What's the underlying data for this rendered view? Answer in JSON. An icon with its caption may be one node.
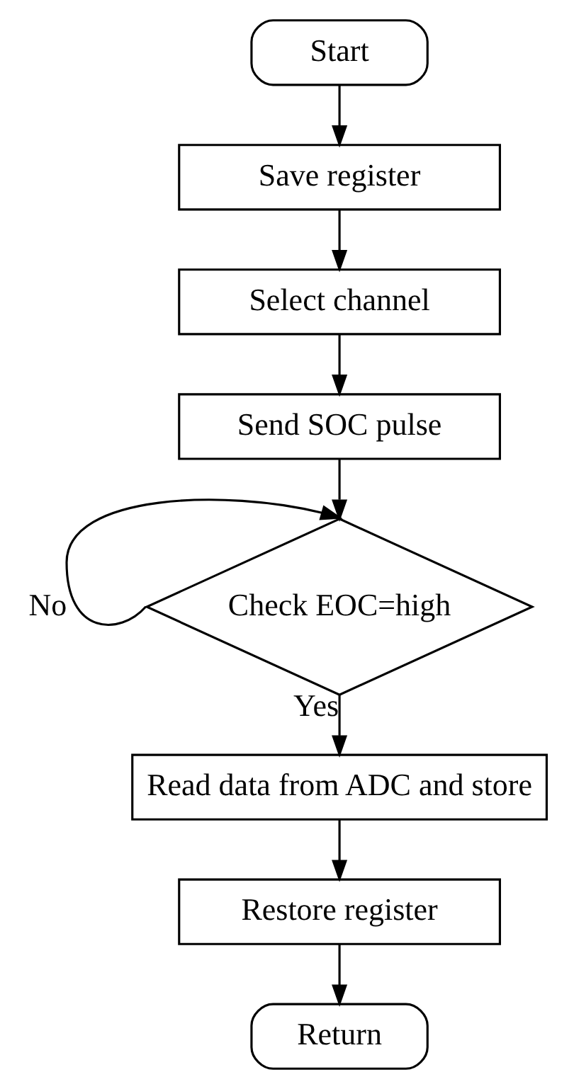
{
  "diagram": {
    "nodes": [
      {
        "text": [
          "Start"
        ]
      },
      {
        "text": [
          "Save register"
        ]
      },
      {
        "text": [
          "Select channel"
        ]
      },
      {
        "text": [
          "Send SOC pulse"
        ]
      },
      {
        "text": [
          "Check EOC=high"
        ]
      },
      {
        "text": [
          "Read data from ADC and store"
        ]
      },
      {
        "text": [
          "Restore register"
        ]
      },
      {
        "text": [
          "Return"
        ]
      }
    ],
    "edges": [
      {
        "from": 0,
        "to": 1,
        "arrow": "to"
      },
      {
        "from": 1,
        "to": 2,
        "arrow": "to"
      },
      {
        "from": 2,
        "to": 3,
        "arrow": "to"
      },
      {
        "from": 3,
        "to": 4,
        "arrow": "to"
      },
      {
        "from": 4,
        "to": 4,
        "arrow": "to",
        "label": "No"
      },
      {
        "from": 4,
        "to": 5,
        "arrow": "to",
        "label": "Yes"
      },
      {
        "from": 5,
        "to": 6,
        "arrow": "to"
      },
      {
        "from": 6,
        "to": 7,
        "arrow": "to"
      }
    ]
  }
}
